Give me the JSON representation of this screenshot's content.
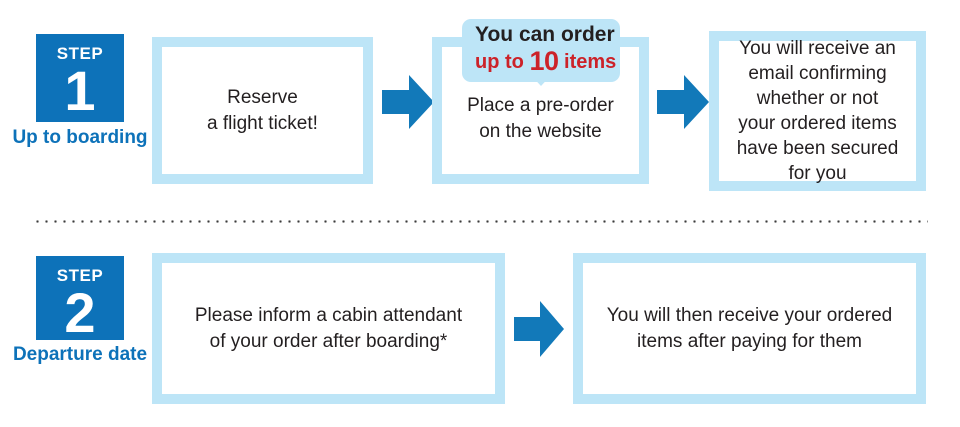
{
  "theme": {
    "badge_blue": "#0d72b9",
    "box_border_blue": "#bde5f7",
    "arrow_blue": "#1279b9",
    "accent_red": "#cc2229",
    "text_dark": "#231f20",
    "background": "#ffffff"
  },
  "steps": [
    {
      "badge": {
        "word": "STEP",
        "number": "1"
      },
      "caption": "Up to\nboarding",
      "boxes": [
        {
          "text": "Reserve\na flight ticket!"
        },
        {
          "text": "Place a pre-order\non the website"
        },
        {
          "text": "You will receive an\nemail confirming\nwhether or not\nyour ordered items\nhave been secured\nfor you"
        }
      ],
      "arrows": [
        {
          "name": "arrow-step1-1"
        },
        {
          "name": "arrow-step1-2"
        }
      ],
      "callout": {
        "line1": "You can order",
        "line2_prefix": "up to ",
        "line2_number": "10",
        "line2_suffix": " items"
      }
    },
    {
      "badge": {
        "word": "STEP",
        "number": "2"
      },
      "caption": "Departure\ndate",
      "boxes": [
        {
          "text": "Please inform a cabin attendant\nof your order after boarding*"
        },
        {
          "text": "You will then receive your ordered\nitems after paying for them"
        }
      ],
      "arrows": [
        {
          "name": "arrow-step2-1"
        }
      ]
    }
  ],
  "divider": {
    "style": "dotted"
  }
}
